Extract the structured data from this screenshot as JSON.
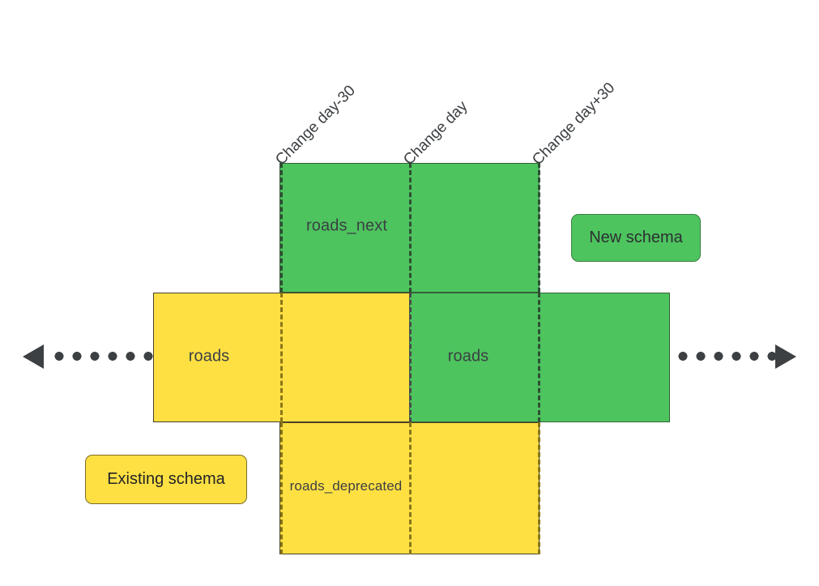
{
  "diagram": {
    "title_visible": false,
    "colors": {
      "new_schema": "#4dc45e",
      "existing_schema": "#ffe043",
      "text": "#3c4043",
      "axis": "#3c4043",
      "marker_dark": "#2f4f34",
      "marker_olive": "#8a7618"
    },
    "markers": [
      {
        "label": "Change day-30"
      },
      {
        "label": "Change day"
      },
      {
        "label": "Change day+30"
      }
    ],
    "bands": [
      {
        "label": "roads_next",
        "schema": "new"
      },
      {
        "label": "roads",
        "schema": "existing"
      },
      {
        "label": "roads",
        "schema": "new"
      },
      {
        "label": "roads_deprecated",
        "schema": "existing"
      }
    ],
    "legend": [
      {
        "label": "New schema",
        "schema": "new"
      },
      {
        "label": "Existing schema",
        "schema": "existing"
      }
    ]
  }
}
